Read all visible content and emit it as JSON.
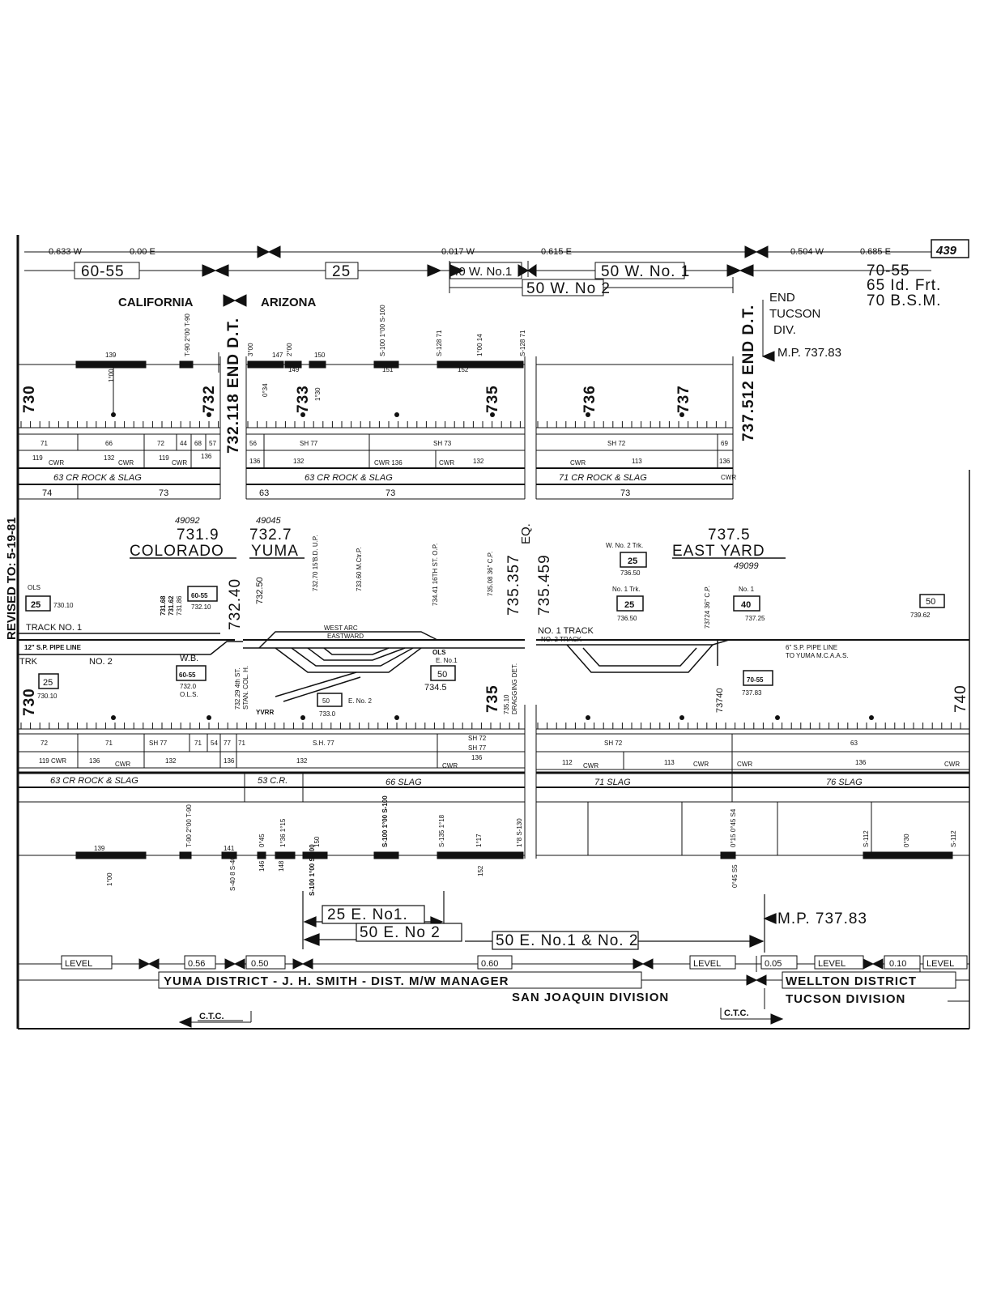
{
  "sheet_number": "439",
  "revised": "REVISED TO: 5-19-81",
  "top_offsets": {
    "l1": "0.633 W",
    "l2": "0.00 E",
    "l3": "0.017 W",
    "l4": "0.615 E",
    "l5": "0.504 W",
    "l6": "0.685 E"
  },
  "speeds_top": {
    "s1": "60-55",
    "s2": "25",
    "s3": "40 W. No.1",
    "s4": "50 W. No. 1",
    "s5": "50 W. No 2",
    "s6": "70-55",
    "s7": "65 Id. Frt.",
    "s8": "70 B.S.M."
  },
  "state_line": {
    "left": "CALIFORNIA",
    "right": "ARIZONA"
  },
  "end_tucson": {
    "l1": "END",
    "l2": "TUCSON",
    "l3": "DIV.",
    "mp": "M.P. 737.83"
  },
  "top_curves": {
    "c1": "139",
    "c2": "1°00",
    "c3": "T-90 2°00 T-90",
    "c4": "147",
    "c5": "149",
    "c6": "150",
    "c7": "3°00",
    "c8": "0°34",
    "c9": "2°00",
    "c10": "S-100 1°00 S-100",
    "c11": "151",
    "c12": "S-128 71",
    "c13": "1°00 14",
    "c14": "152",
    "c15": "S-128 71",
    "c16": "1°30"
  },
  "mileposts": {
    "m730": "730",
    "m732": "732",
    "m733": "733",
    "m735": "735",
    "m736": "736",
    "m737": "737",
    "end1": "732.118 END D.T.",
    "end2": "737.512 END D.T.",
    "m740": "740",
    "m730b": "730",
    "m735b": "735"
  },
  "upper_table": {
    "rail_l": [
      "71",
      "66",
      "72",
      "44",
      "68",
      "57"
    ],
    "rail_m": [
      "56",
      "SH 77",
      "SH 73"
    ],
    "rail_r": [
      "SH 72",
      "69"
    ],
    "weld_l": [
      "119",
      "CWR",
      "132",
      "CWR",
      "119",
      "CWR",
      "136"
    ],
    "weld_m": [
      "136",
      "132",
      "CWR 136",
      "CWR",
      "132"
    ],
    "weld_r": [
      "CWR",
      "113",
      "136",
      "CWR"
    ],
    "ballast_l": "63 CR ROCK & SLAG",
    "ballast_m": "63 CR ROCK & SLAG",
    "ballast_r": "71 CR ROCK & SLAG",
    "tie_l": [
      "74",
      "73"
    ],
    "tie_m": [
      "63",
      "73"
    ],
    "tie_r": [
      "73"
    ]
  },
  "stations": {
    "colorado": "COLORADO",
    "colorado_mp": "731.9",
    "colorado_no": "49092",
    "yuma": "YUMA",
    "yuma_mp": "732.7",
    "yuma_no": "49045",
    "east_yard": "EAST YARD",
    "east_yard_mp": "737.5",
    "east_yard_no": "49099"
  },
  "track_labels": {
    "t1": "TRACK NO. 1",
    "t2": "TRK",
    "t3": "NO. 2",
    "pipe": "12\" S.P. PIPE LINE",
    "no1": "NO. 1 TRACK",
    "no2": "NO. 2 TRACK",
    "pipe2a": "6\" S.P. PIPE LINE",
    "pipe2b": "TO YUMA M.C.A.A.S.",
    "westarc": "WEST ARC",
    "eastward": "EASTWARD",
    "yvrr": "YVRR"
  },
  "mid_labels": {
    "m1": "732.40",
    "m2": "732.50",
    "m3": "732.70 15'B.D. U.P.",
    "m4": "733.60 M.Ctr.P.",
    "m5": "734.41 16TH ST. O.P.",
    "m6": "735.08 36\" C.P.",
    "m7": "735.357",
    "m8": "735.459",
    "m9": "EQ.",
    "m10": "731.68",
    "m11": "731.62",
    "m12": "731.86",
    "m13": "732.29 4th ST.",
    "m14": "STAN. COL. H.",
    "m15": "735.10",
    "m16": "DRAGGING DET.",
    "m17": "73724 36\" C.P.",
    "m18": "73740"
  },
  "signs": {
    "ols1": "OLS",
    "ols1_v": "25",
    "ols1_mp": "730.10",
    "s2_v": "60-55",
    "s2_mp": "732.10",
    "wb": "W.B.",
    "wb_v": "60-55",
    "wb_mp": "732.0",
    "wb_ols": "O.L.S.",
    "trk2_v": "25",
    "trk2_mp": "730.10",
    "ols3": "OLS",
    "ols3_e": "E. No.1",
    "ols3_v": "50",
    "ols3_mp": "734.5",
    "e2_v": "50",
    "e2_lbl": "E. No. 2",
    "e2_mp": "733.0",
    "w2_lbl": "W. No. 2 Trk.",
    "w2_v": "25",
    "w2_mp": "736.50",
    "w1_lbl": "No. 1 Trk.",
    "w1_v": "25",
    "w1_mp": "736.50",
    "n1_lbl": "No. 1",
    "n1_v": "40",
    "n1_mp": "737.25",
    "r_v": "50",
    "r_mp": "739.62",
    "y_v": "70-55",
    "y_mp": "737.83"
  },
  "lower_table": {
    "rail_l": [
      "72",
      "71",
      "SH 77",
      "71",
      "54",
      "77",
      "71"
    ],
    "rail_m": [
      "S.H. 77",
      "SH 72",
      "SH 77",
      "136"
    ],
    "rail_r": [
      "SH 72",
      "63"
    ],
    "weld_l": [
      "119 CWR",
      "136",
      "CWR",
      "132",
      "136"
    ],
    "weld_m": [
      "132",
      "CWR"
    ],
    "weld_r": [
      "112",
      "CWR",
      "113",
      "CWR",
      "CWR",
      "136",
      "CWR"
    ],
    "ballast": [
      "63 CR ROCK & SLAG",
      "53 C.R.",
      "66 SLAG",
      "71 SLAG",
      "76 SLAG"
    ]
  },
  "bottom_curves": {
    "c1": "139",
    "c2": "1°00",
    "c3": "T-90 2°00 T-90",
    "c4": "141",
    "c5": "S-40 8 S-40",
    "c6": "146",
    "c7": "0°45",
    "c8": "148",
    "c9": "1°36 1°15",
    "c10": "150",
    "c11": "S-100 1°00 S-100",
    "c12": "S-100 1°00 S-100",
    "c13": "S-135 1°18",
    "c14": "1°17",
    "c15": "152",
    "c16": "1°8 S-130",
    "c17": "0°15 0°45 S4",
    "c18": "0°45 S5",
    "c19": "S-112",
    "c20": "0°30",
    "c21": "S-112"
  },
  "speeds_bottom": {
    "b1": "25 E. No1.",
    "b2": "50 E. No 2",
    "b3": "50 E. No.1 & No. 2",
    "mp": "M.P. 737.83"
  },
  "grades": {
    "g1": "LEVEL",
    "g2": "0.56",
    "g3": "0.50",
    "g4": "0.60",
    "g5": "LEVEL",
    "g6": "0.05",
    "g7": "LEVEL",
    "g8": "0.10",
    "g9": "LEVEL"
  },
  "districts": {
    "d1": "YUMA DISTRICT - J. H. SMITH - DIST. M/W MANAGER",
    "d2": "SAN JOAQUIN DIVISION",
    "d3": "WELLTON DISTRICT",
    "d4": "TUCSON DIVISION",
    "ctc1": "C.T.C.",
    "ctc2": "C.T.C."
  }
}
